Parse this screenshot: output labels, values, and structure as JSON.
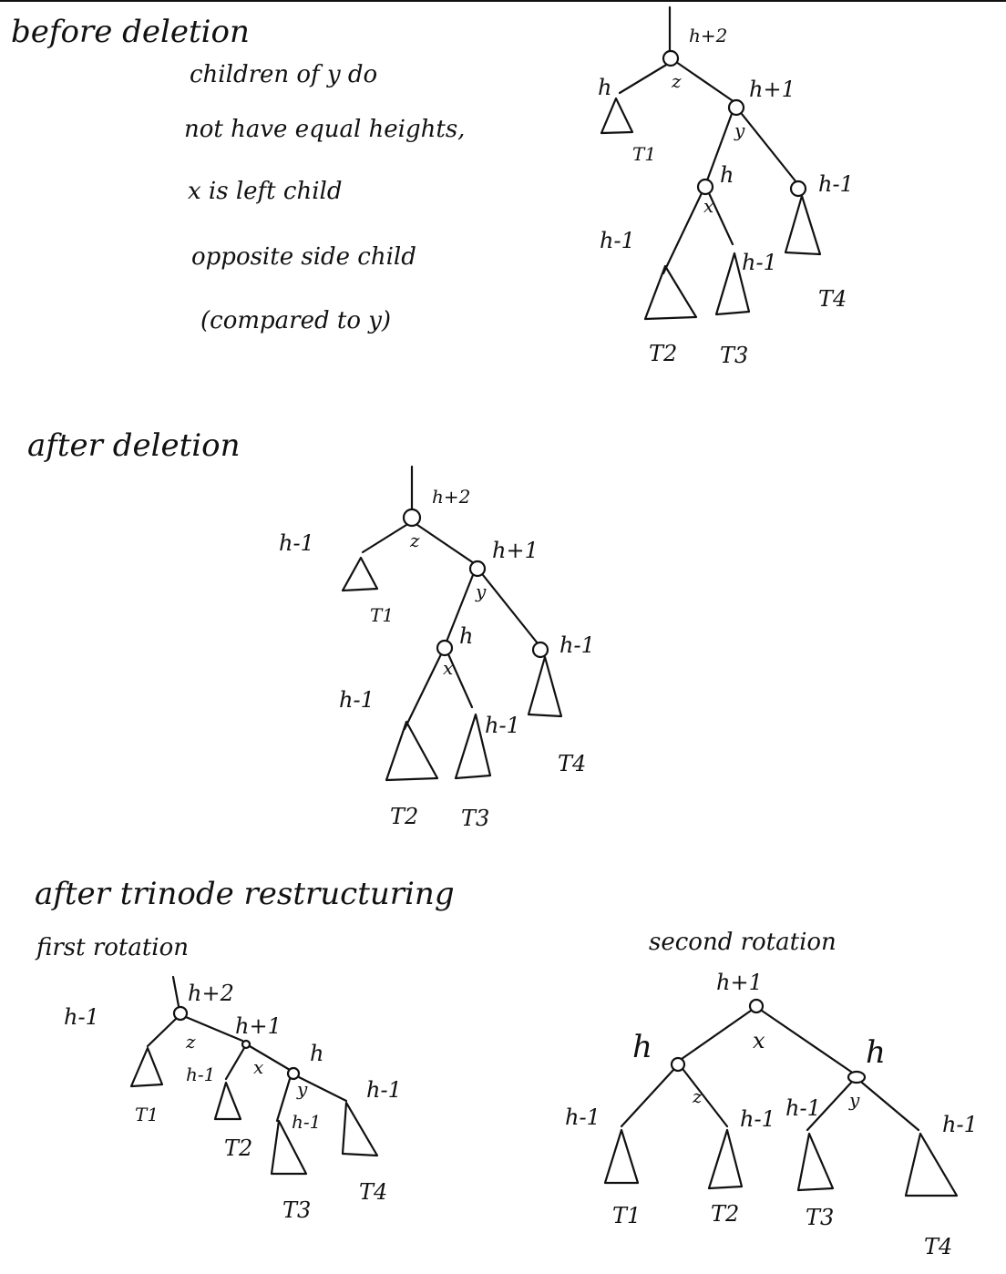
{
  "colors": {
    "ink": "#111111",
    "paper": "#ffffff"
  },
  "sections": {
    "before": {
      "title": "before deletion",
      "notes": [
        "children of y do",
        "not have equal heights,",
        "x is left child",
        "opposite side child",
        "(compared to y)"
      ],
      "tree": {
        "root_height": "h+2",
        "z": "z",
        "y": "y",
        "x": "x",
        "t1_height": "h",
        "y_height": "h+1",
        "x_height": "h",
        "t4_height": "h-1",
        "t2_height": "h-1",
        "t3_height": "h-1",
        "t1": "T1",
        "t2": "T2",
        "t3": "T3",
        "t4": "T4"
      }
    },
    "after_deletion": {
      "title": "after deletion",
      "tree": {
        "root_height": "h+2",
        "z": "z",
        "y": "y",
        "x": "x",
        "t1_height": "h-1",
        "y_height": "h+1",
        "x_height": "h",
        "t4_height": "h-1",
        "t2_height": "h-1",
        "t3_height": "h-1",
        "t1": "T1",
        "t2": "T2",
        "t3": "T3",
        "t4": "T4"
      }
    },
    "restructuring": {
      "title": "after trinode restructuring",
      "first": {
        "title": "first rotation",
        "z_height": "h+2",
        "x_height": "h+1",
        "y_height": "h",
        "z": "z",
        "x": "x",
        "y": "y",
        "t1_height": "h-1",
        "t2_height": "h-1",
        "t3_height": "h-1",
        "t4_height": "h-1",
        "t1": "T1",
        "t2": "T2",
        "t3": "T3",
        "t4": "T4"
      },
      "second": {
        "title": "second rotation",
        "x_height": "h+1",
        "z_height": "h",
        "y_height": "h",
        "x": "x",
        "z": "z",
        "y": "y",
        "t1_height": "h-1",
        "t2_height": "h-1",
        "t3_height": "h-1",
        "t4_height": "h-1",
        "t1": "T1",
        "t2": "T2",
        "t3": "T3",
        "t4": "T4"
      }
    }
  }
}
